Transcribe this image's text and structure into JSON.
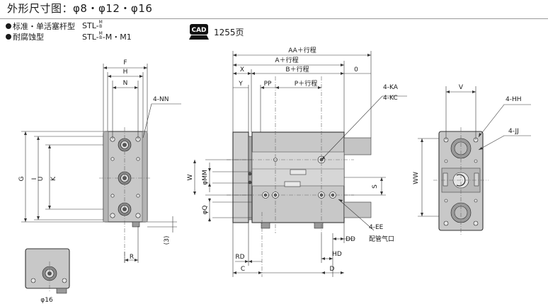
{
  "header": {
    "title": "外形尺寸图：φ8・φ12・φ16"
  },
  "variants": [
    {
      "label": "标准・单活塞杆型",
      "code": "STL-",
      "code_suffix": "",
      "frac_top": "M",
      "frac_bottom": "B"
    },
    {
      "label": "耐腐蚀型",
      "code": "STL-",
      "code_suffix": "-M・M1",
      "frac_top": "M",
      "frac_bottom": "B"
    }
  ],
  "cad_ref": {
    "badge": "CAD",
    "page": "1255页"
  },
  "labels": {
    "F": "F",
    "H": "H",
    "N": "N",
    "NN": "4-NN",
    "G": "G",
    "I": "I",
    "U": "U",
    "K": "K",
    "R": "R",
    "three": "(3)",
    "phi16": "φ16",
    "AA": "AA＋行程",
    "A": "A＋行程",
    "B": "B＋行程",
    "X": "X",
    "O": "0",
    "Y": "Y",
    "PP": "PP",
    "P": "P＋行程",
    "KA": "4-KA",
    "KC": "4-KC",
    "W": "W",
    "MM": "φMM",
    "Q": "φQ",
    "S": "S",
    "EE": "4-EE",
    "port": "配管气口",
    "DD": "DD",
    "HD": "HD",
    "RD": "RD",
    "C": "C",
    "D": "D",
    "V": "V",
    "HH": "4-HH",
    "JJ": "4-JJ",
    "WW": "WW"
  }
}
